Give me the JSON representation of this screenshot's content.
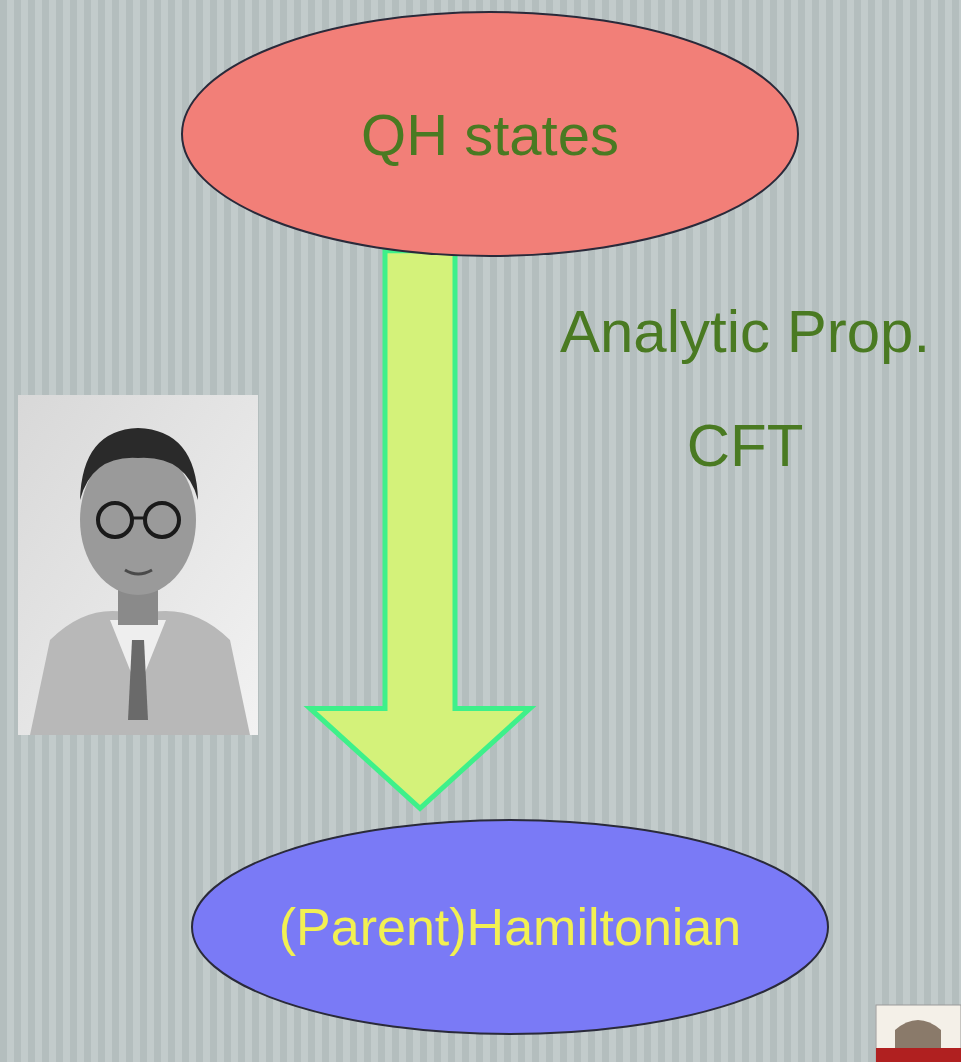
{
  "diagram": {
    "nodes": [
      {
        "text": [
          "QH states"
        ]
      },
      {
        "text": [
          "(Parent)Hamiltonian"
        ]
      }
    ],
    "edges": [
      {
        "from": 0,
        "to": 1,
        "arrow": "to",
        "label": "Analytic Prop. CFT"
      }
    ]
  }
}
